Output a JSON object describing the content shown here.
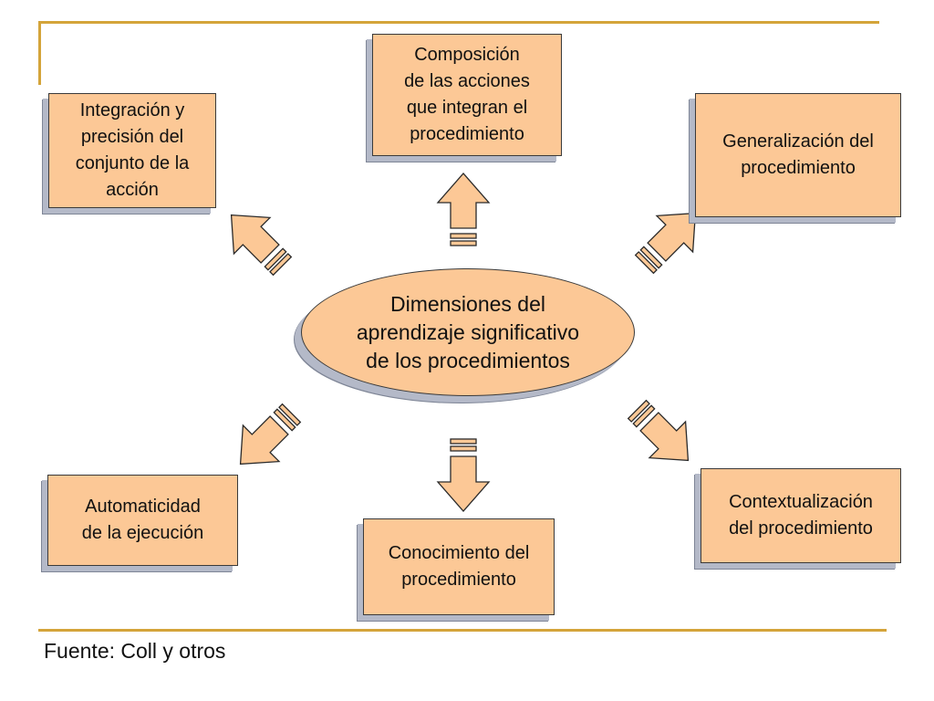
{
  "center": {
    "text": "Dimensiones del\naprendizaje significativo\nde los procedimientos"
  },
  "boxes": {
    "composicion": "Composición\nde las acciones\nque integran el\nprocedimiento",
    "integracion": "Integración y\nprecisión del\nconjunto de la\nacción",
    "generalizacion": "Generalización del\nprocedimiento",
    "automaticidad": "Automaticidad\nde la ejecución",
    "conocimiento": "Conocimiento del\nprocedimiento",
    "contextualizacion": "Contextualización\ndel procedimiento"
  },
  "footer": {
    "source": "Fuente: Coll y otros"
  },
  "colors": {
    "box_fill": "#fcc896",
    "arrow_fill": "#fcc896",
    "shadow": "#b4b9c8",
    "rule": "#d4a43a"
  }
}
